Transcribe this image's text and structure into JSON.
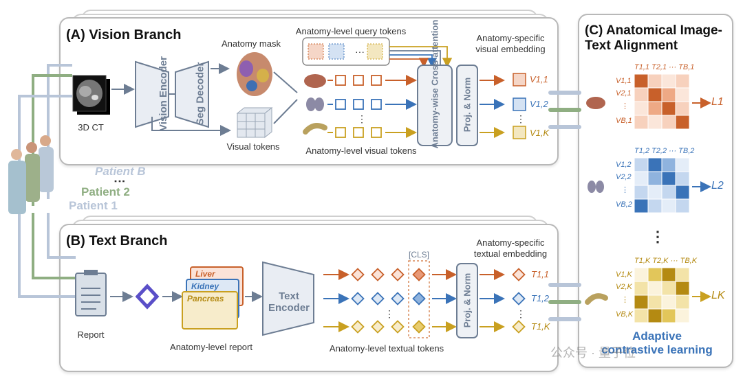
{
  "vision_branch": {
    "title": "(A) Vision Branch",
    "ct_label": "3D CT",
    "encoder_label": "Vision Encoder",
    "decoder_label": "Seg Decoder",
    "mask_label": "Anatomy mask",
    "visual_tokens_label": "Visual tokens",
    "query_tokens_label": "Anatomy-level query tokens",
    "visual_tokens_anatomy_label": "Anatomy-level visual tokens",
    "cross_attention_label": "Anatomy-wise Cross-attention",
    "proj_norm_label": "Proj. & Norm",
    "embedding_label_1": "Anatomy-specific",
    "embedding_label_2": "visual embedding",
    "outputs": [
      "V1,1",
      "V1,2",
      "V1,K"
    ]
  },
  "text_branch": {
    "title": "(B) Text Branch",
    "report_label": "Report",
    "organs": [
      "Liver",
      "Kidney",
      "Pancreas"
    ],
    "anatomy_report_label": "Anatomy-level report",
    "encoder_label": "Text Encoder",
    "cls_label": "[CLS]",
    "proj_norm_label": "Proj. & Norm",
    "embedding_label_1": "Anatomy-specific",
    "embedding_label_2": "textual embedding",
    "textual_tokens_label": "Anatomy-level textual tokens",
    "outputs": [
      "T1,1",
      "T1,2",
      "T1,K"
    ]
  },
  "alignment": {
    "title_1": "(C) Anatomical Image-",
    "title_2": "Text Alignment",
    "caption_1": "Adaptive",
    "caption_2": "contrastive learning",
    "matrices": [
      {
        "cols": "T1,1 T2,1 ··· TB,1",
        "rows": [
          "V1,1",
          "V2,1",
          "⋮",
          "VB,1"
        ],
        "loss": "L1",
        "color": "#c8602a"
      },
      {
        "cols": "T1,2 T2,2 ··· TB,2",
        "rows": [
          "V1,2",
          "V2,2",
          "⋮",
          "VB,2"
        ],
        "loss": "L2",
        "color": "#3a73b8"
      },
      {
        "cols": "T1,K T2,K ··· TB,K",
        "rows": [
          "V1,K",
          "V2,K",
          "⋮",
          "VB,K"
        ],
        "loss": "LK",
        "color": "#b48a12"
      }
    ]
  },
  "patients": {
    "patient_b": "Patient B",
    "patient_2": "Patient 2",
    "patient_1": "Patient 1",
    "ellipsis": "⋮"
  },
  "colors": {
    "orange": "#c8602a",
    "blue": "#3a73b8",
    "gold": "#c9a020",
    "gray": "#6d7d93",
    "green": "#7a9a6a"
  },
  "watermark": "公众号 · 量子位"
}
